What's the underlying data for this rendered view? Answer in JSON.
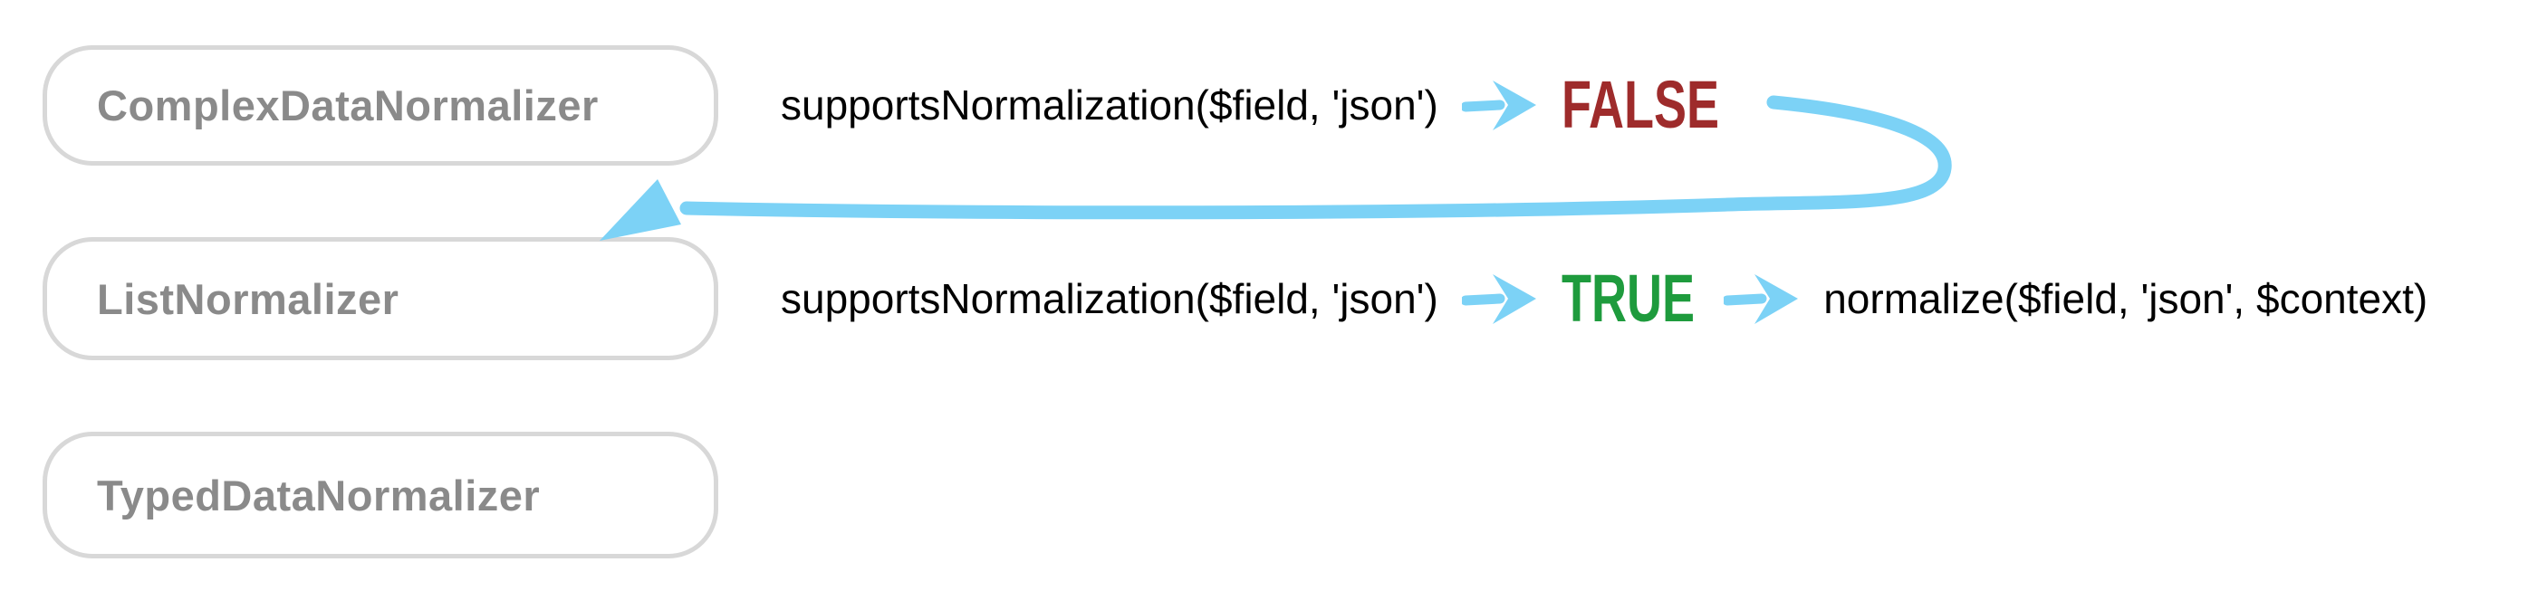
{
  "diagram": {
    "normalizers": [
      {
        "label": "ComplexDataNormalizer"
      },
      {
        "label": "ListNormalizer"
      },
      {
        "label": "TypedDataNormalizer"
      }
    ],
    "rows": {
      "first": {
        "call": "supportsNormalization($field, 'json')",
        "result": "FALSE"
      },
      "second": {
        "call": "supportsNormalization($field, 'json')",
        "result": "TRUE",
        "then": "normalize($field, 'json', $context)"
      }
    },
    "icons": {
      "arrow_right": "arrow-right-icon",
      "return_arrow": "curved-return-arrow-icon"
    },
    "colors": {
      "arrow": "#7cd2f6",
      "result_false": "#9e2b2b",
      "result_true": "#1e9b3d",
      "box_border": "#d8d8d8",
      "box_label": "#8a8a8a",
      "code_text": "#000000"
    }
  }
}
